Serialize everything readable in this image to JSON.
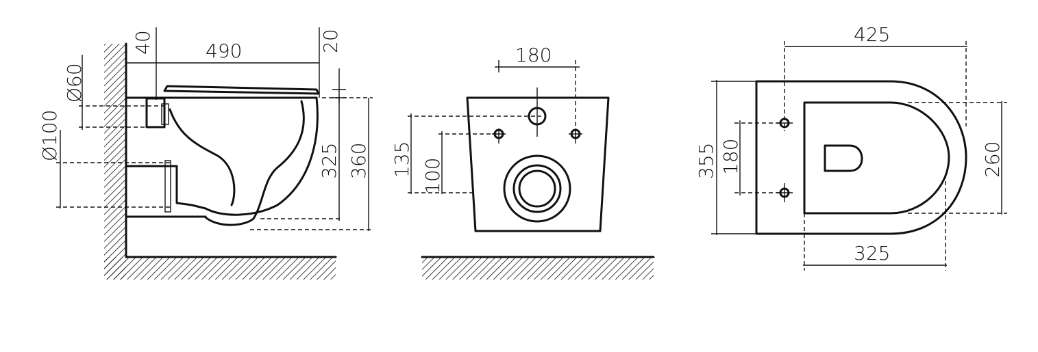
{
  "side_view": {
    "dim_width": "490",
    "dim_top_offset": "40",
    "dim_seat": "20",
    "dim_outlet": "Ø60",
    "dim_drain": "Ø100",
    "dim_height_inner": "325",
    "dim_height_total": "360"
  },
  "rear_view": {
    "dim_hole_spacing": "180",
    "dim_height_upper": "135",
    "dim_height_lower": "100"
  },
  "top_view": {
    "dim_length": "425",
    "dim_inner_length": "325",
    "dim_width": "355",
    "dim_hole_spacing": "180",
    "dim_bowl_width": "260"
  }
}
